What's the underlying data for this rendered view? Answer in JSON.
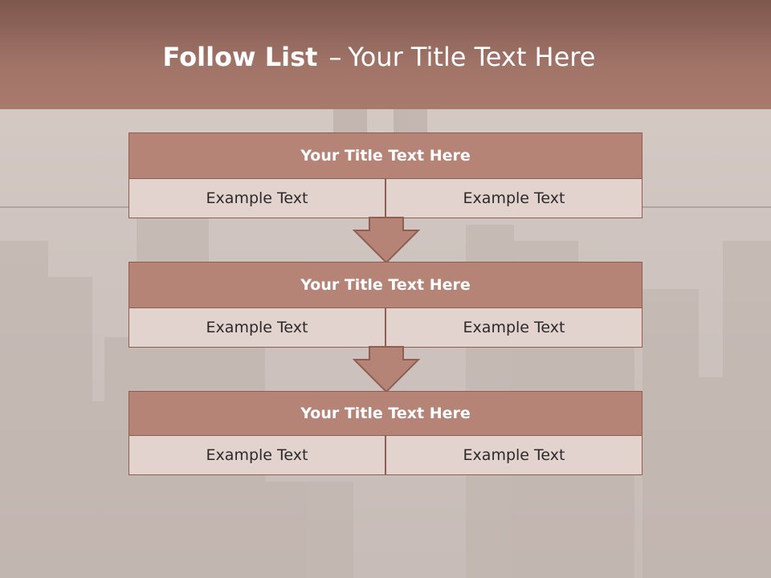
{
  "title": {
    "bold": "Follow List",
    "separator": "–",
    "rest": "Your Title Text Here"
  },
  "blocks": [
    {
      "title": "Your Title Text Here",
      "left": "Example Text",
      "right": "Example Text"
    },
    {
      "title": "Your Title Text Here",
      "left": "Example Text",
      "right": "Example Text"
    },
    {
      "title": "Your Title Text Here",
      "left": "Example Text",
      "right": "Example Text"
    }
  ],
  "colors": {
    "header": "#a97a6c",
    "block_title": "#b68477",
    "cell": "#e3d3cf",
    "border": "#8e5e52"
  }
}
